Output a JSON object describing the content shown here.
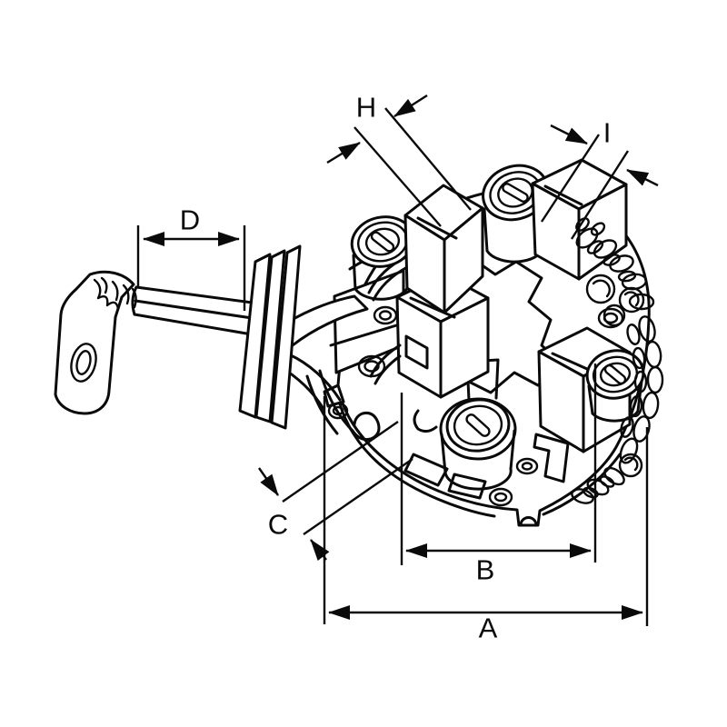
{
  "drawing": {
    "type": "isometric-technical-line-drawing",
    "subject": "brush-holder-assembly",
    "background_color": "#ffffff",
    "line_color": "#0a0a0a",
    "dimension_labels": {
      "A": "A",
      "B": "B",
      "C": "C",
      "D": "D",
      "H": "H",
      "I": "I"
    }
  }
}
